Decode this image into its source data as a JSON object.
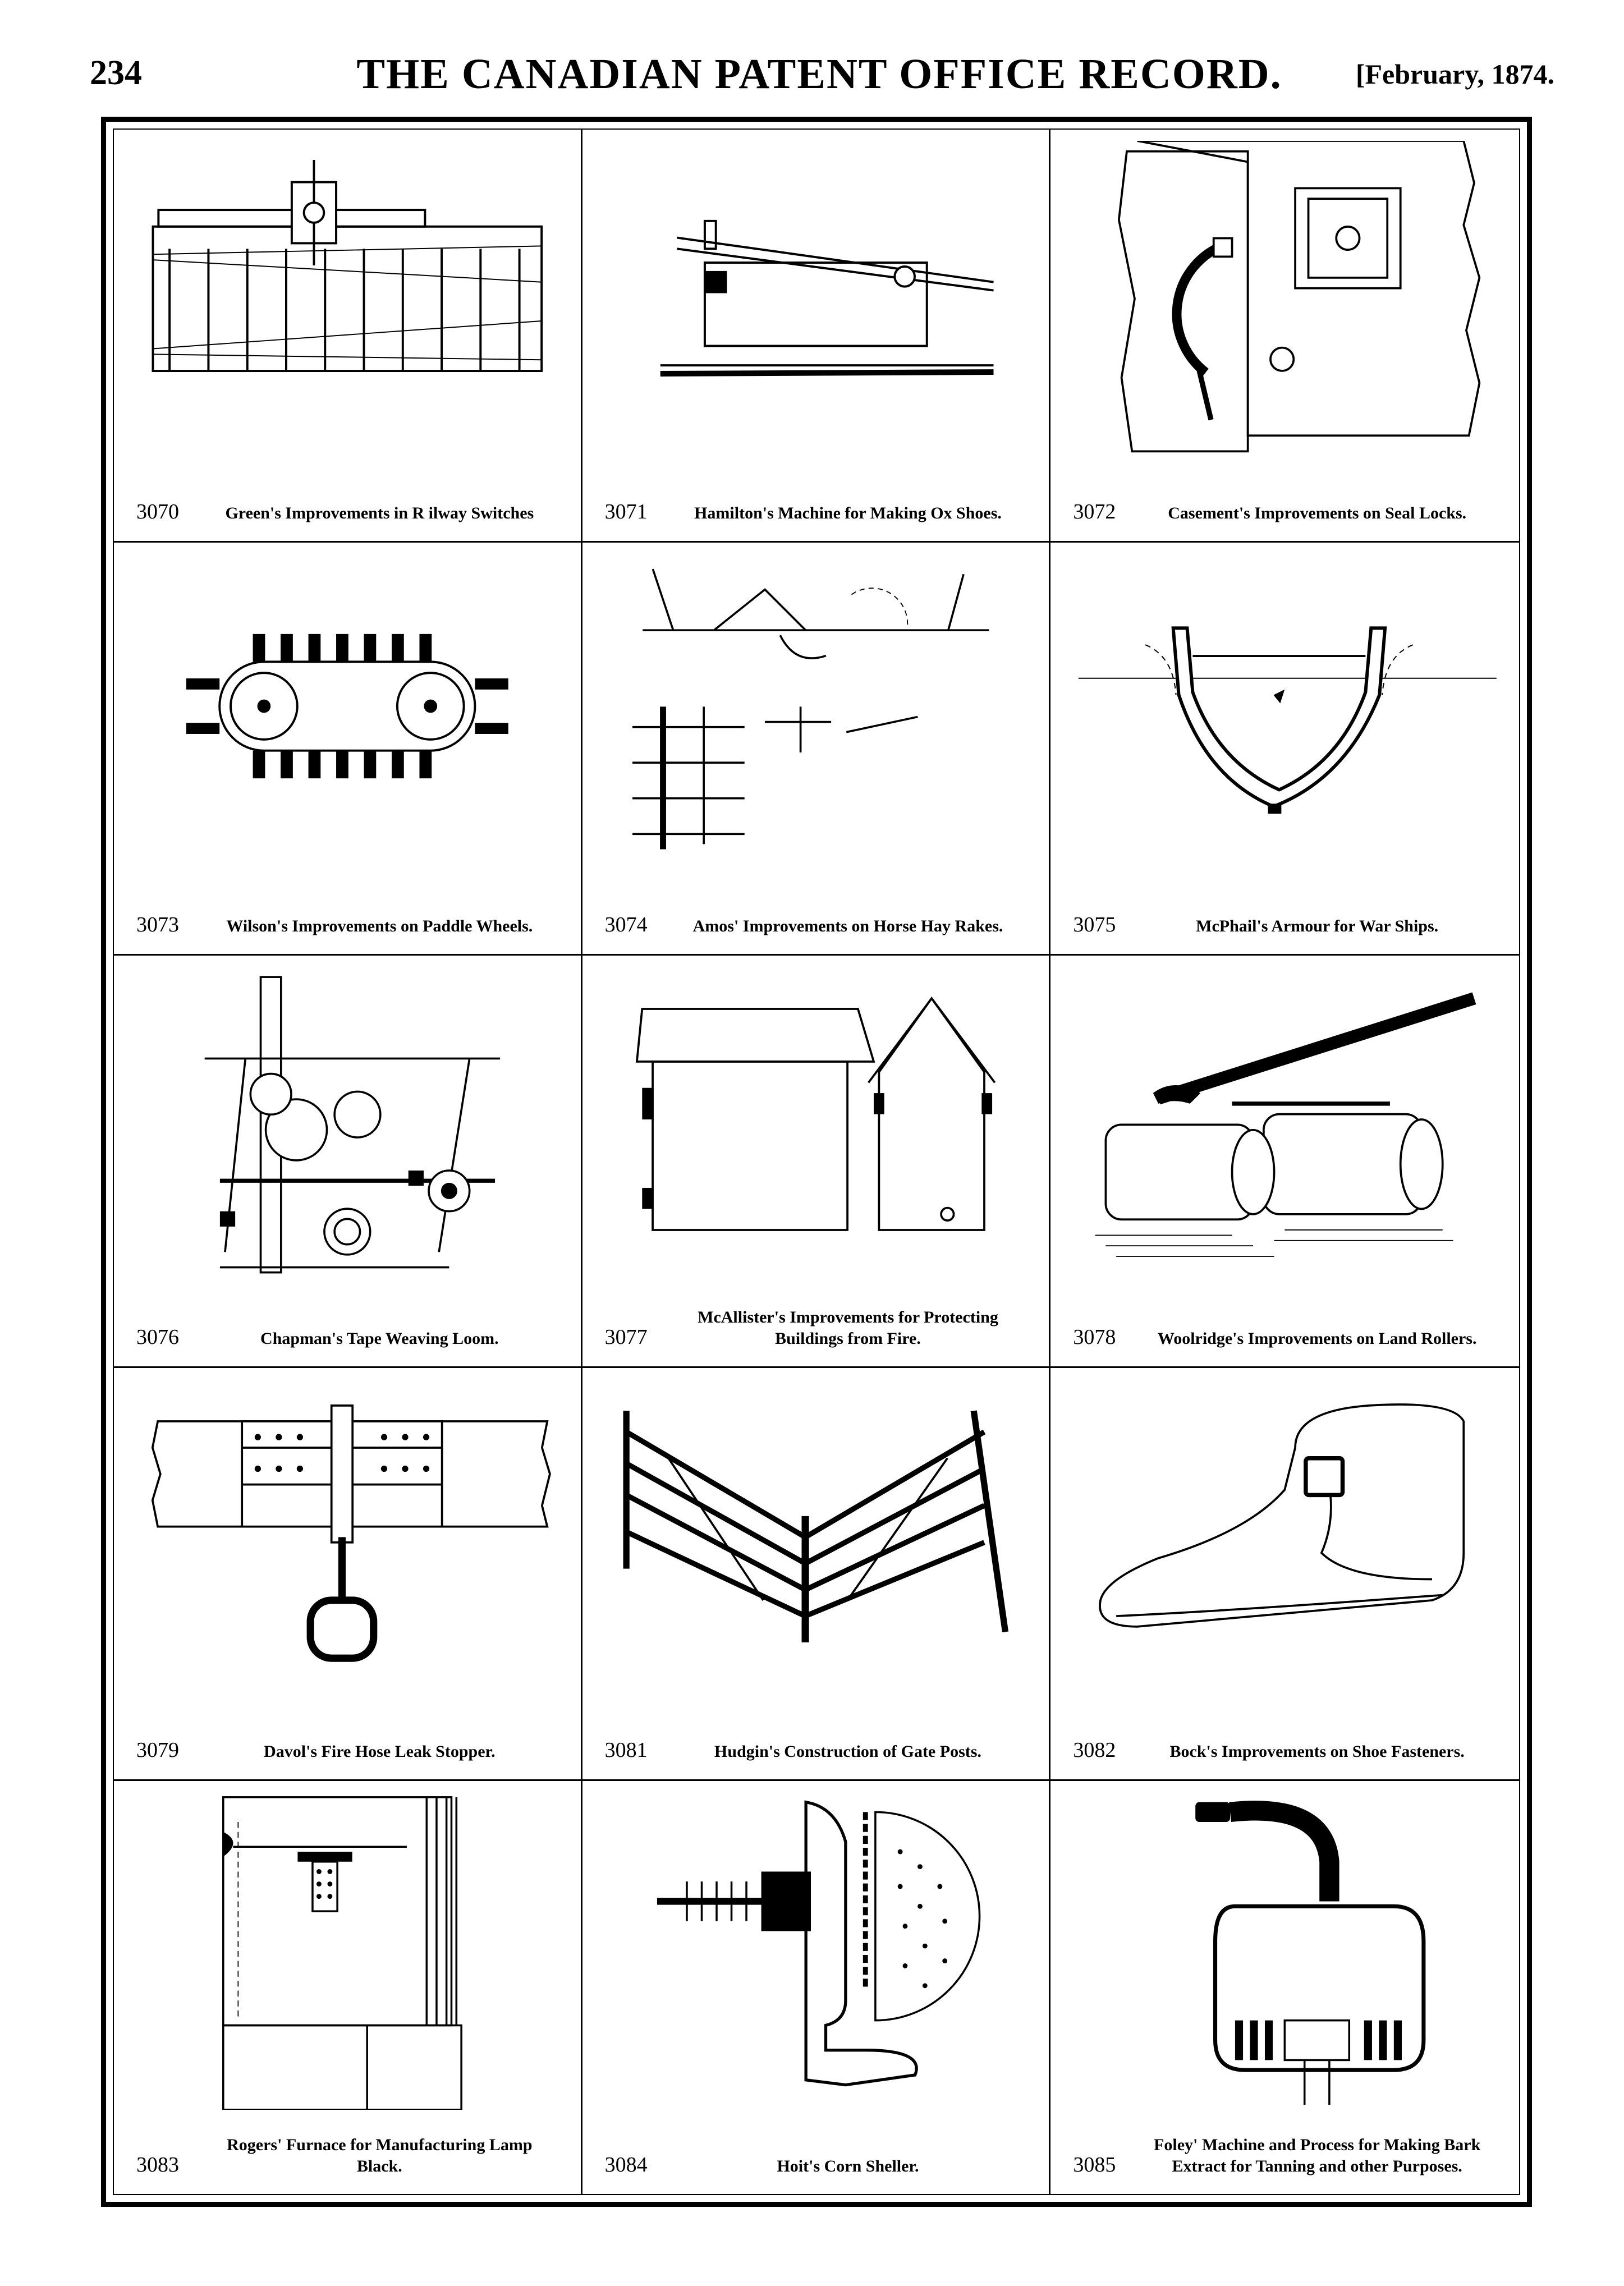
{
  "header": {
    "page_number": "234",
    "title": "THE CANADIAN PATENT OFFICE RECORD.",
    "date": "[February, 1874."
  },
  "patents": [
    {
      "number": "3070",
      "title": "Green's Improvements in R ilway Switches",
      "icon": "railway-switch-icon"
    },
    {
      "number": "3071",
      "title": "Hamilton's Machine for Making Ox Shoes.",
      "icon": "ox-shoe-machine-icon"
    },
    {
      "number": "3072",
      "title": "Casement's Improvements on Seal Locks.",
      "icon": "seal-lock-icon"
    },
    {
      "number": "3073",
      "title": "Wilson's Improvements on Paddle Wheels.",
      "icon": "paddle-wheel-icon"
    },
    {
      "number": "3074",
      "title": "Amos' Improvements on Horse Hay Rakes.",
      "icon": "hay-rake-icon"
    },
    {
      "number": "3075",
      "title": "McPhail's Armour for War Ships.",
      "icon": "ship-armour-icon"
    },
    {
      "number": "3076",
      "title": "Chapman's Tape Weaving Loom.",
      "icon": "weaving-loom-icon"
    },
    {
      "number": "3077",
      "title": "McAllister's Improvements for Protecting Buildings from Fire.",
      "icon": "building-fire-protection-icon"
    },
    {
      "number": "3078",
      "title": "Woolridge's Improvements on Land Rollers.",
      "icon": "land-roller-icon"
    },
    {
      "number": "3079",
      "title": "Davol's Fire Hose Leak Stopper.",
      "icon": "hose-leak-stopper-icon"
    },
    {
      "number": "3081",
      "title": "Hudgin's Construction of Gate Posts.",
      "icon": "gate-post-icon"
    },
    {
      "number": "3082",
      "title": "Bock's Improvements on Shoe Fasteners.",
      "icon": "shoe-fastener-icon"
    },
    {
      "number": "3083",
      "title": "Rogers' Furnace for Manufacturing Lamp Black.",
      "icon": "furnace-icon"
    },
    {
      "number": "3084",
      "title": "Hoit's Corn Sheller.",
      "icon": "corn-sheller-icon"
    },
    {
      "number": "3085",
      "title": "Foley' Machine and Process for Making Bark Extract for Tanning and other Purposes.",
      "icon": "bark-extract-machine-icon"
    }
  ]
}
